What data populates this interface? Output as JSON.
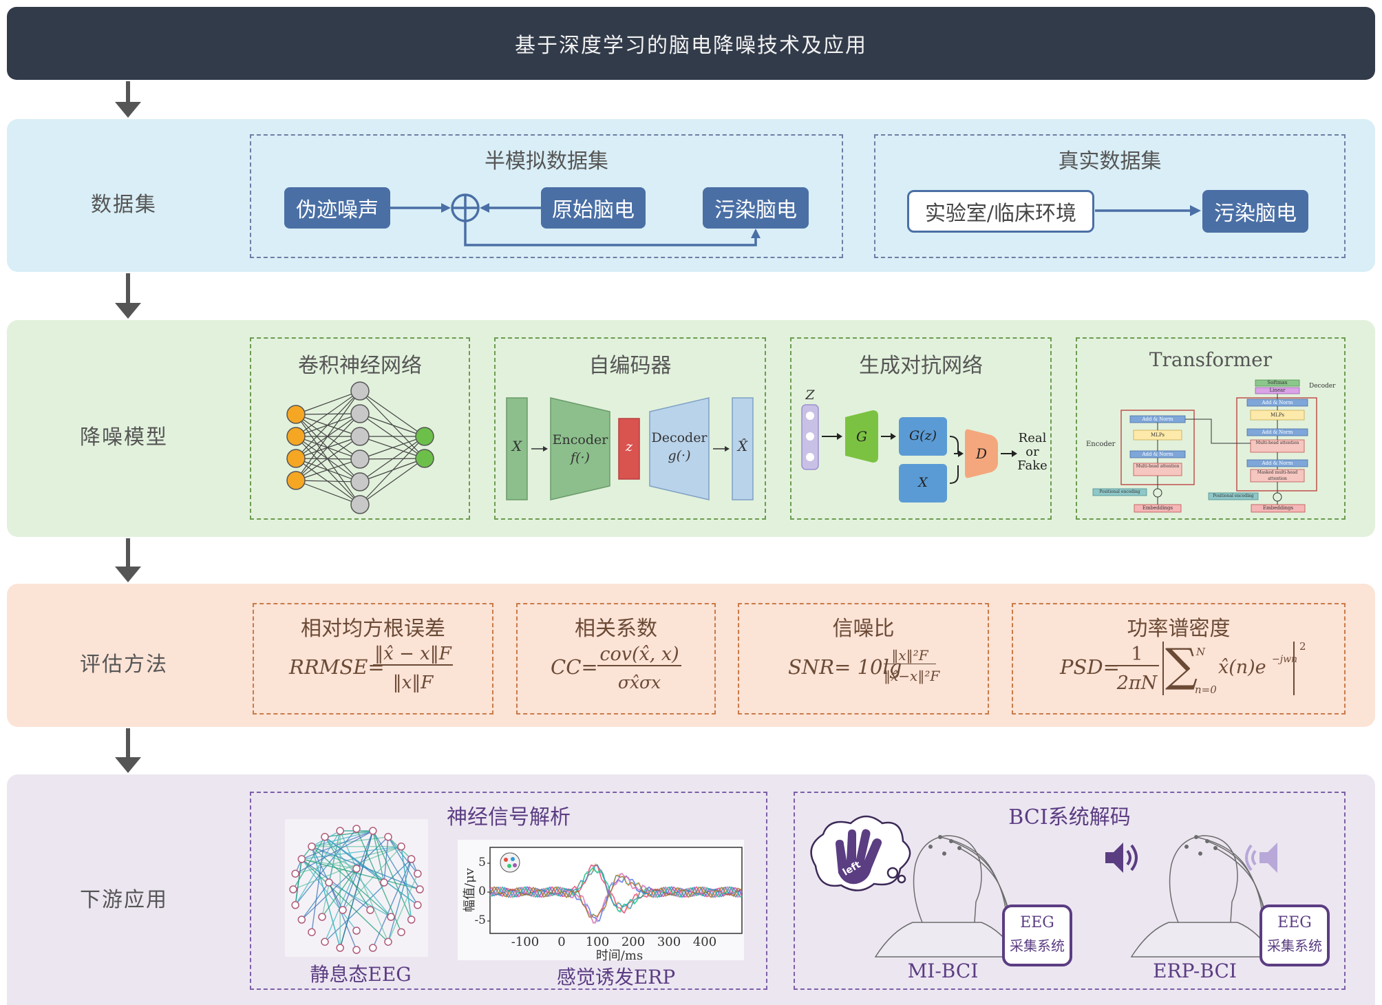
{
  "title": "基于深度学习的脑电降噪技术及应用",
  "rows": {
    "dataset": "数据集",
    "model": "降噪模型",
    "eval": "评估方法",
    "app": "下游应用"
  },
  "dataset": {
    "semi_title": "半模拟数据集",
    "artifact_noise": "伪迹噪声",
    "raw_eeg": "原始脑电",
    "contaminated_eeg": "污染脑电",
    "real_title": "真实数据集",
    "lab_env": "实验室/临床环境",
    "real_contaminated": "污染脑电"
  },
  "models": {
    "cnn_title": "卷积神经网络",
    "ae_title": "自编码器",
    "ae_x": "X",
    "ae_encoder": "Encoder",
    "ae_f": "f(·)",
    "ae_z": "z",
    "ae_decoder": "Decoder",
    "ae_g": "g(·)",
    "ae_xhat": "X̂",
    "gan_title": "生成对抗网络",
    "gan_z": "Z",
    "gan_g": "G",
    "gan_gz": "G(z)",
    "gan_x": "X",
    "gan_d": "D",
    "gan_real": "Real",
    "gan_or": "or",
    "gan_fake": "Fake",
    "tf_title": "Transformer",
    "tf_encoder": "Encoder",
    "tf_decoder": "Decoder",
    "tf_softmax": "Softmax",
    "tf_linear": "Linear",
    "tf_addnorm": "Add & Norm",
    "tf_mlps": "MLPs",
    "tf_mha": "Multi-head attention",
    "tf_mmha": "Masked multi-head attention",
    "tf_pos": "Positional encoding",
    "tf_emb": "Embeddings"
  },
  "eval": {
    "rrmse_title": "相对均方根误差",
    "rrmse_lhs": "RRMSE=",
    "rrmse_num": "‖x̂ − x‖F",
    "rrmse_den": "‖x‖F",
    "cc_title": "相关系数",
    "cc_lhs": "CC=",
    "cc_num": "cov(x̂, x)",
    "cc_den": "σx̂σx",
    "snr_title": "信噪比",
    "snr_lhs": "SNR= 10lg",
    "snr_num": "‖x‖²F",
    "snr_den": "‖x̂−x‖²F",
    "psd_title": "功率谱密度",
    "psd_lhs": "PSD=",
    "psd_num": "1",
    "psd_den": "2πN",
    "psd_sum_top": "N",
    "psd_sum_bot": "n=0",
    "psd_term": "x̂(n)e",
    "psd_exp": "−jwn",
    "psd_pow": "2"
  },
  "app": {
    "neural_title": "神经信号解析",
    "resting": "静息态EEG",
    "erp": "感觉诱发ERP",
    "erp_ylabel": "幅值/μv",
    "erp_xlabel": "时间/ms",
    "erp_yticks": [
      "5",
      "0",
      "-5"
    ],
    "erp_xticks": [
      "-100",
      "0",
      "100",
      "200",
      "300",
      "400"
    ],
    "bci_title": "BCI系统解码",
    "mi_bci": "MI-BCI",
    "erp_bci": "ERP-BCI",
    "eeg_box_1": "EEG",
    "eeg_box_2": "采集系统",
    "hand_text": "left"
  },
  "colors": {
    "title_bg": "#323b4a",
    "dataset_bg": "#d9eef6",
    "model_bg": "#e2f1dc",
    "eval_bg": "#fbe3d6",
    "app_bg": "#ece6f1",
    "pill": "#4a6fa5",
    "purple": "#5b3d82"
  }
}
